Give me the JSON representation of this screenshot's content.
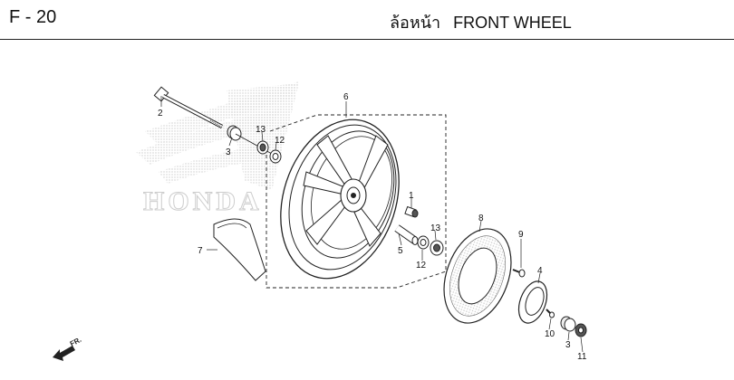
{
  "header": {
    "page_code": "F - 20",
    "title_thai": "ล้อหน้า",
    "title_en": "FRONT WHEEL"
  },
  "watermark": {
    "brand_text": "HONDA"
  },
  "callouts": {
    "c1": "1",
    "c2": "2",
    "c3a": "3",
    "c3b": "3",
    "c4": "4",
    "c5": "5",
    "c6": "6",
    "c7": "7",
    "c8": "8",
    "c9": "9",
    "c10": "10",
    "c11": "11",
    "c12a": "12",
    "c12b": "12",
    "c13a": "13",
    "c13b": "13"
  },
  "direction_indicator": {
    "label": "FR."
  },
  "colors": {
    "line": "#222222",
    "watermark": "#c8c8c8"
  }
}
